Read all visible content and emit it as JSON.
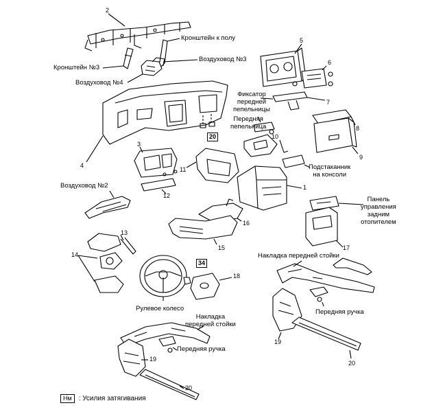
{
  "labels": {
    "floor_bracket": "Кронштейн к полу",
    "bracket3": "Кронштейн №3",
    "duct3": "Воздуховод №3",
    "duct4": "Воздуховод №4",
    "ashtray_lock": "Фиксатор\nпередней\nпепельницы",
    "front_ashtray": "Передняя\nпепельница",
    "console_cupholder": "Подстаканник\nна консоли",
    "duct2": "Воздуховод №2",
    "rear_heater_panel": "Панель\nуправления\nзадним\nотопителем",
    "front_pillar_trim_right": "Накладка передней стойки",
    "front_handle_right": "Передняя ручка",
    "steering_wheel": "Рулевое колесо",
    "front_pillar_trim_left": "Накладка\nпередней стойки",
    "front_handle_left": "Передняя ручка"
  },
  "numbers": {
    "n1": "1",
    "n2": "2",
    "n3": "3",
    "n4": "4",
    "n5": "5",
    "n6": "6",
    "n7": "7",
    "n8": "8",
    "n9": "9",
    "n10": "10",
    "n11": "11",
    "n12": "12",
    "n13": "13",
    "n14": "14",
    "n15": "15",
    "n16": "16",
    "n17": "17",
    "n18": "18",
    "n19a": "19",
    "n19b": "19",
    "n20a": "20",
    "n20b": "20"
  },
  "torque": {
    "t20": "20",
    "t34": "34"
  },
  "legend": {
    "key": "Нм",
    "text": ": Усилия затягивания"
  }
}
